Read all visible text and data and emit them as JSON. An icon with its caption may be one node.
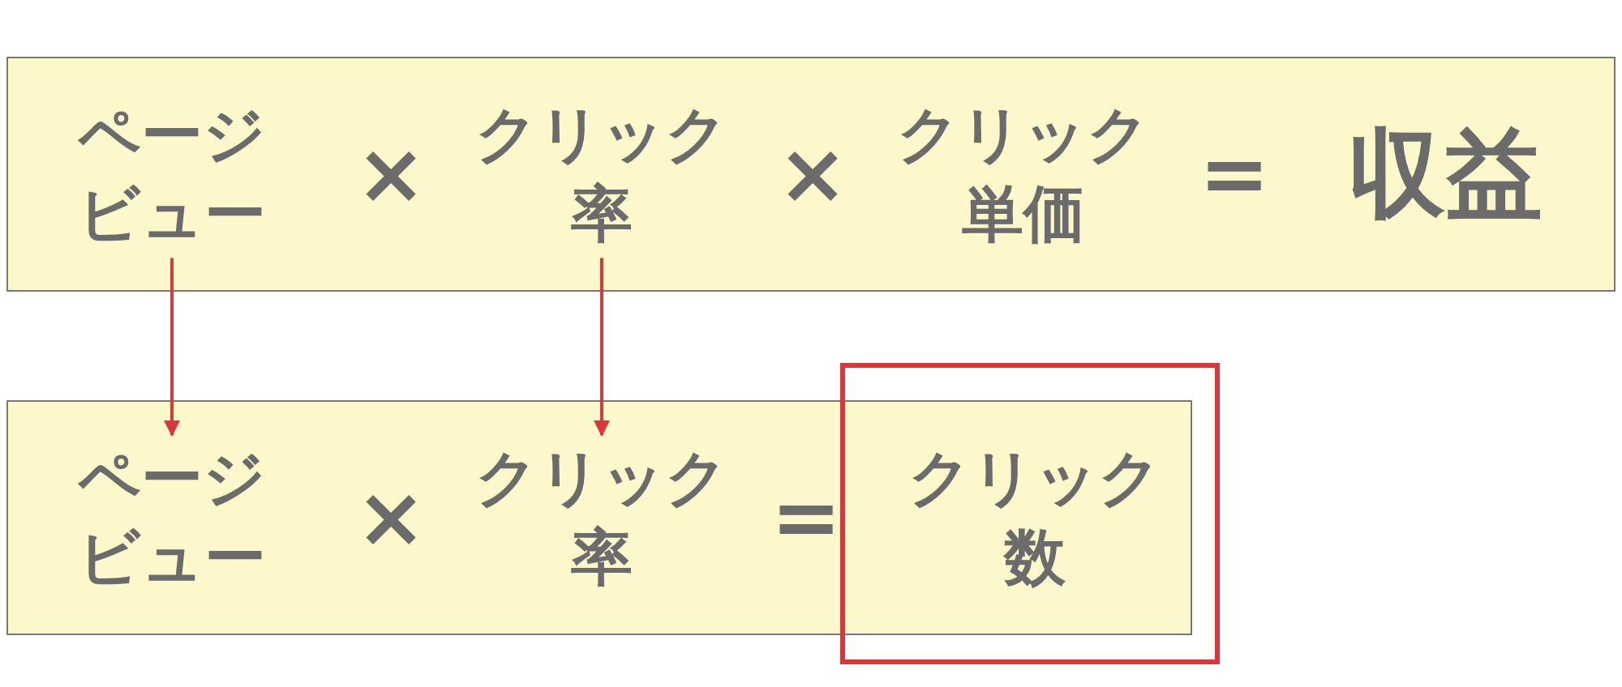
{
  "diagram": {
    "nodes": [
      {
        "text": [],
        "shape": "box"
      },
      {
        "text": [
          "ページビュー"
        ],
        "in": 0
      },
      {
        "text": [
          "クリック率"
        ],
        "in": 0
      },
      {
        "text": [
          "クリック単価"
        ],
        "in": 0
      },
      {
        "text": [
          "収益"
        ],
        "in": 0
      },
      {
        "text": [],
        "shape": "box"
      },
      {
        "text": [
          "ページビュー"
        ],
        "in": 5
      },
      {
        "text": [
          "クリック率"
        ],
        "in": 5
      },
      {
        "text": [
          "クリック数"
        ]
      }
    ],
    "edges": [
      {
        "from": 1,
        "to": 6,
        "arrow": "to"
      },
      {
        "from": 2,
        "to": 7,
        "arrow": "to"
      }
    ],
    "labels": [
      "×",
      "×",
      "=",
      "×",
      "="
    ]
  }
}
